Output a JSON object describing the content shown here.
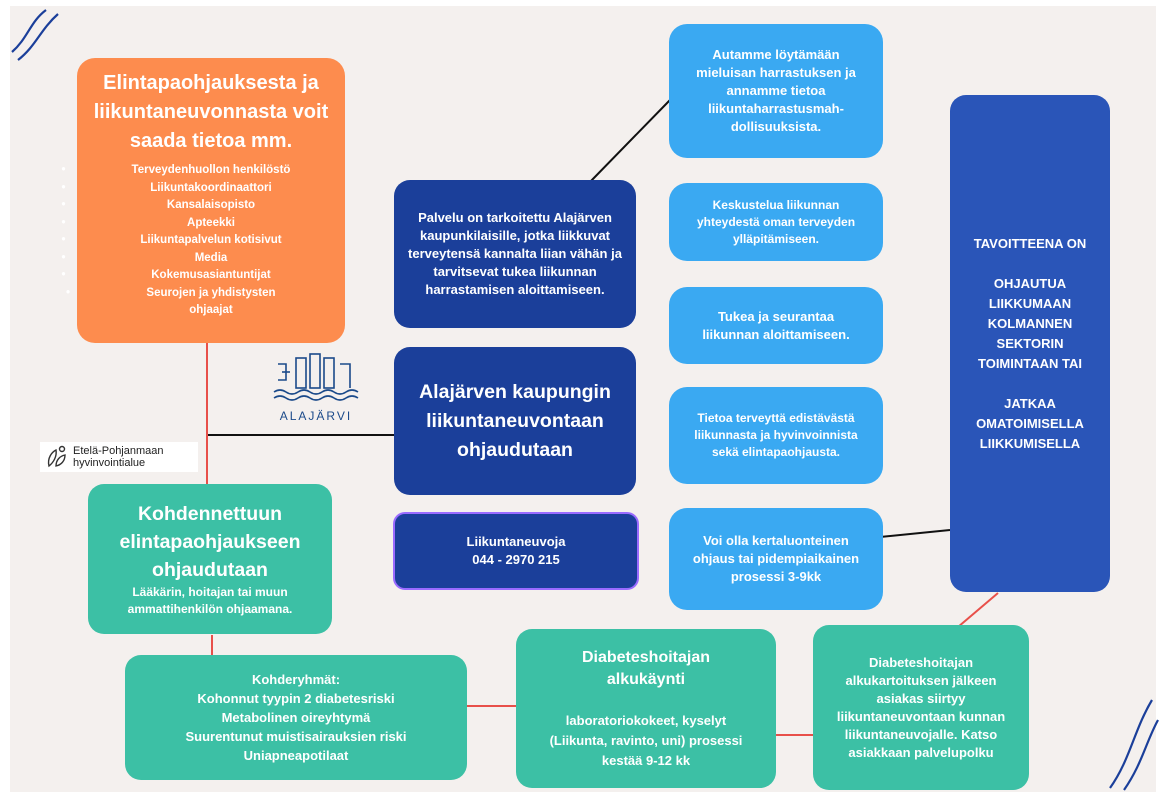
{
  "info_box": {
    "title": "Elintapaohjauksesta ja liikuntaneuvonnasta voit saada tietoa mm.",
    "items": [
      "Terveydenhuollon henkilöstö",
      "Liikuntakoordinaattori",
      "Kansalaisopisto",
      "Apteekki",
      "Liikuntapalvelun kotisivut",
      "Media",
      "Kokemusasiantuntijat",
      "Seurojen ja yhdistysten ohjaajat"
    ]
  },
  "service_box": "Palvelu on tarkoitettu Alajärven kaupunkilaisille, jotka liikkuvat terveytensä kannalta liian vähän ja tarvitsevat tukea liikunnan harrastamisen aloittamiseen.",
  "main_box": "Alajärven kaupungin liikuntaneuvontaan ohjaudutaan",
  "contact_box": {
    "line1": "Liikuntaneuvoja",
    "line2": "044 - 2970 215"
  },
  "right_boxes": [
    "Autamme löytämään mieluisan harrastuksen ja annamme tietoa liikuntaharrastusmah-dollisuuksista.",
    "Keskustelua liikunnan yhteydestä oman terveyden ylläpitämiseen.",
    "Tukea ja seurantaa liikunnan aloittamiseen.",
    "Tietoa terveyttä edistävästä liikunnasta ja hyvinvoinnista sekä elintapaohjausta.",
    "Voi olla kertaluonteinen ohjaus tai pidempiaikainen prosessi 3-9kk"
  ],
  "goal_box": {
    "line1": "TAVOITTEENA ON",
    "line2": "OHJAUTUA LIIKKUMAAN KOLMANNEN SEKTORIN TOIMINTAAN TAI",
    "line3": "JATKAA OMATOIMISELLA LIIKKUMISELLA"
  },
  "targeted_box": {
    "title": "Kohdennettuun elintapaohjaukseen ohjaudutaan",
    "subtitle": "Lääkärin, hoitajan tai muun ammattihenkilön ohjaamana."
  },
  "target_groups": {
    "title": "Kohderyhmät:",
    "items": [
      "Kohonnut tyypin 2 diabetesriski",
      "Metabolinen oireyhtymä",
      "Suurentunut muistisairauksien riski",
      "Uniapneapotilaat"
    ]
  },
  "diabetes_visit": {
    "title": "Diabeteshoitajan alkukäynti",
    "body": "laboratoriokokeet, kyselyt (Liikunta, ravinto, uni) prosessi kestää 9-12 kk"
  },
  "diabetes_followup": "Diabeteshoitajan alkukartoituksen jälkeen asiakas siirtyy liikuntaneuvontaan kunnan liikuntaneuvojalle. Katso asiakkaan palvelupolku",
  "logos": {
    "alajarvi": "ALAJÄRVI",
    "region_line1": "Etelä-Pohjanmaan",
    "region_line2": "hyvinvointialue"
  },
  "colors": {
    "orange": "#fd8c4e",
    "navy": "#1b3f9a",
    "light_blue": "#3aa9f2",
    "teal": "#3cc0a5",
    "royal_blue": "#2a55b8",
    "connector_black": "#111111",
    "connector_red": "#e8504a"
  }
}
